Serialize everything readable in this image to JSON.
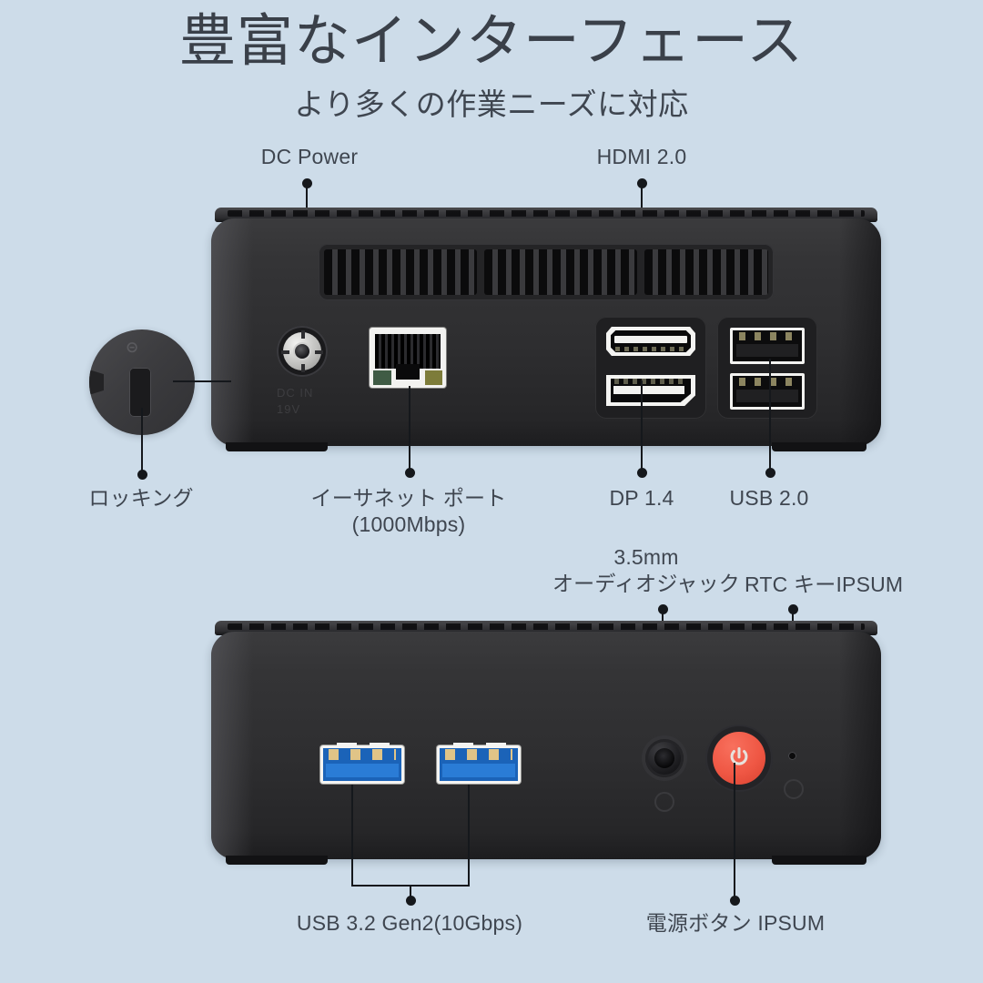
{
  "header": {
    "title": "豊富なインターフェース",
    "subtitle": "より多くの作業ニーズに対応"
  },
  "colors": {
    "background": "#cddce9",
    "text": "#3f4650",
    "chassis": "#2e2e30",
    "power_button": "#ef5744",
    "usb3_blue": "#1b63b8",
    "leader": "#15181c"
  },
  "rear_panel": {
    "labels": {
      "dc_power": "DC Power",
      "hdmi": "HDMI 2.0",
      "locking": "ロッキング",
      "ethernet": "イーサネット ポート\n(1000Mbps)",
      "dp": "DP 1.4",
      "usb2": "USB 2.0"
    },
    "silkscreen": {
      "dc": "DC IN",
      "voltage": "19V"
    }
  },
  "front_panel": {
    "labels": {
      "audio": "3.5mm\nオーディオジャック",
      "rtc": "RTC キーIPSUM",
      "usb3": "USB 3.2 Gen2(10Gbps)",
      "power": "電源ボタン IPSUM"
    }
  }
}
